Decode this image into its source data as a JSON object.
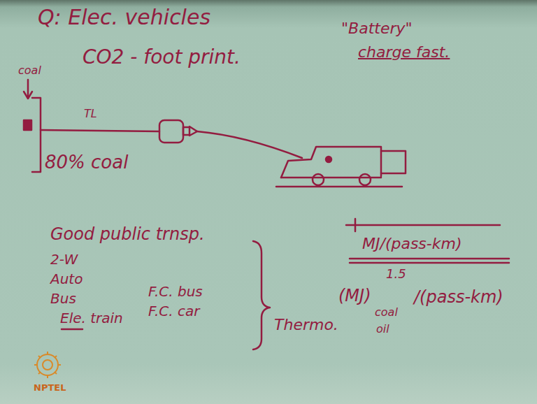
{
  "diagram": {
    "title": "Q: Elec. vehicles",
    "labels": [
      "\"Battery\"",
      "charge fast.",
      "coal",
      "CO2 - foot print.",
      "TL",
      "80% coal",
      "Good public trnsp.",
      "2-W",
      "Auto",
      "Bus",
      "Ele. train",
      "F.C. bus",
      "F.C. car",
      "Thermo.",
      "MJ/(pass-km)",
      "1.5",
      "(MJ)",
      "coal",
      "/(pass-km)",
      "oil",
      "NPTEL"
    ]
  }
}
